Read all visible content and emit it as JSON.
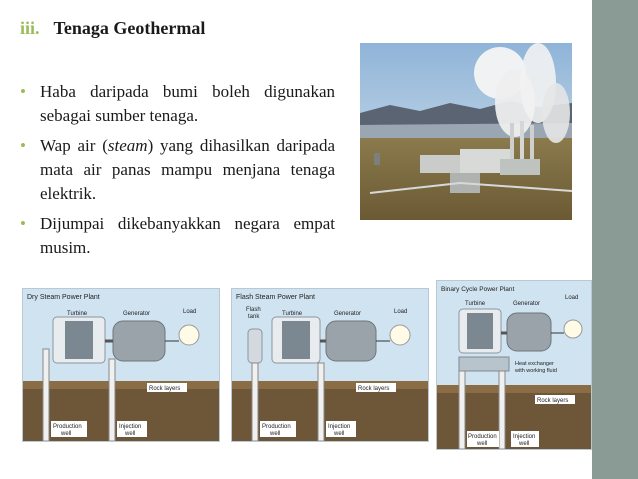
{
  "heading": {
    "number": "iii.",
    "title": "Tenaga Geothermal"
  },
  "bullets": [
    "Haba daripada bumi boleh digunakan sebagai sumber tenaga.",
    "Wap air (steam) yang dihasilkan daripada mata air panas mampu menjana tenaga elektrik.",
    "Dijumpai dikebanyakkan negara empat musim."
  ],
  "diagrams": {
    "dry": {
      "title": "Dry Steam Power Plant",
      "turbine": "Turbine",
      "generator": "Generator",
      "load": "Load",
      "rock": "Rock layers",
      "production_line1": "Production",
      "production_line2": "well",
      "injection_line1": "Injection",
      "injection_line2": "well"
    },
    "flash": {
      "title": "Flash Steam Power Plant",
      "flash_line1": "Flash",
      "flash_line2": "tank",
      "turbine": "Turbine",
      "generator": "Generator",
      "load": "Load",
      "rock": "Rock layers",
      "production_line1": "Production",
      "production_line2": "well",
      "injection_line1": "Injection",
      "injection_line2": "well"
    },
    "binary": {
      "title": "Binary Cycle Power Plant",
      "turbine": "Turbine",
      "generator": "Generator",
      "load": "Load",
      "heat_line1": "Heat exchanger",
      "heat_line2": "with working fluid",
      "rock": "Rock layers",
      "production_line1": "Production",
      "production_line2": "well",
      "injection_line1": "Injection",
      "injection_line2": "well"
    }
  },
  "colors": {
    "accent": "#9bbb59",
    "sidebar": "#8a9a94"
  }
}
